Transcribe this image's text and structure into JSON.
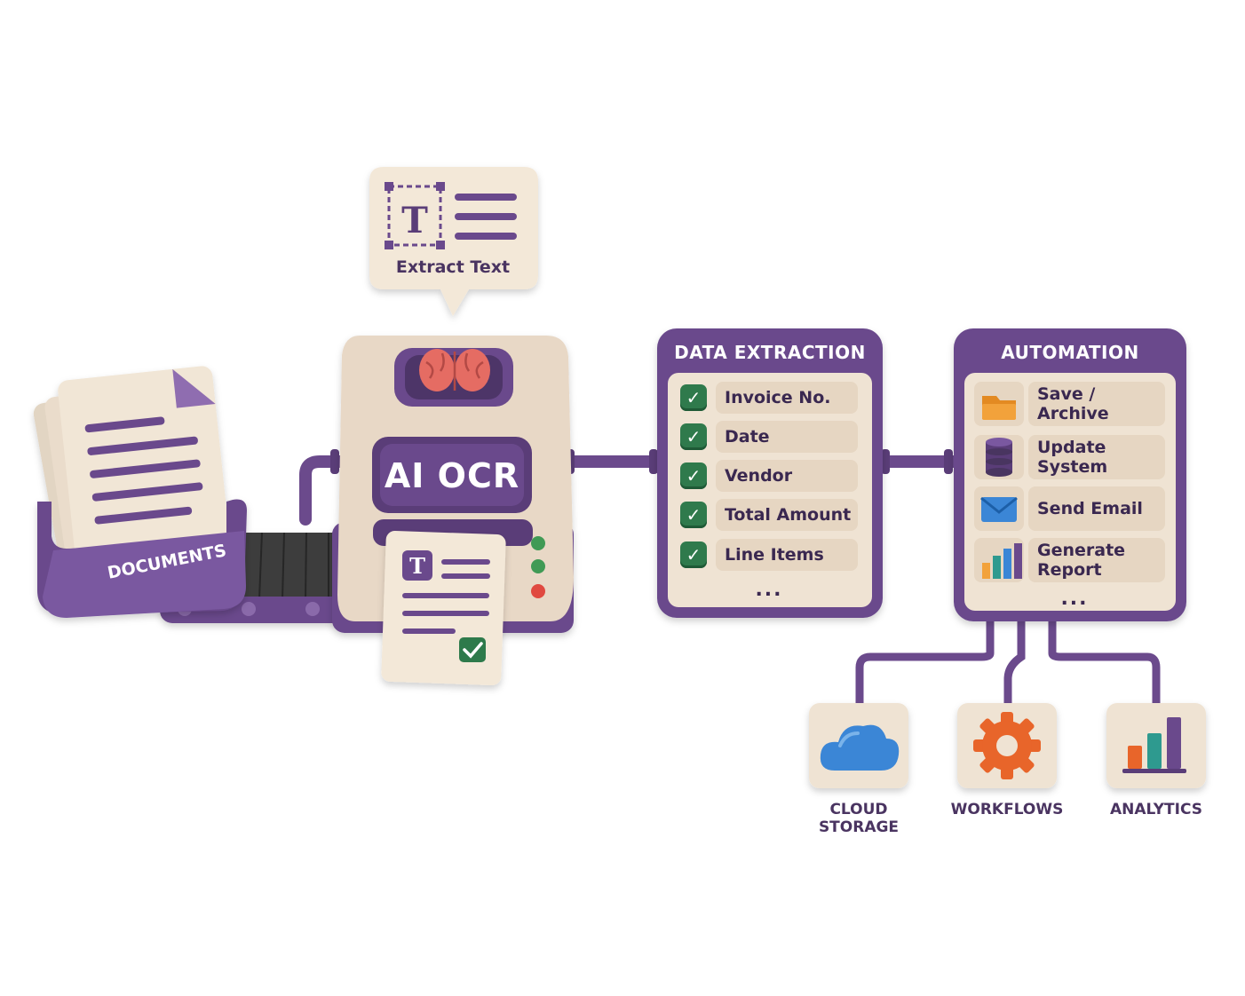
{
  "diagram": {
    "documents_label": "DOCUMENTS",
    "extract_bubble": {
      "label": "Extract Text",
      "icon": "text-select-icon"
    },
    "ocr_machine": {
      "label": "AI OCR",
      "icon": "brain-icon"
    },
    "data_extraction": {
      "title": "DATA EXTRACTION",
      "items": [
        {
          "label": "Invoice No.",
          "icon": "check-icon"
        },
        {
          "label": "Date",
          "icon": "check-icon"
        },
        {
          "label": "Vendor",
          "icon": "check-icon"
        },
        {
          "label": "Total Amount",
          "icon": "check-icon"
        },
        {
          "label": "Line Items",
          "icon": "check-icon"
        }
      ],
      "more": "..."
    },
    "automation": {
      "title": "AUTOMATION",
      "items": [
        {
          "label": "Save / Archive",
          "icon": "folder-icon"
        },
        {
          "label": "Update System",
          "icon": "database-icon"
        },
        {
          "label": "Send Email",
          "icon": "envelope-icon"
        },
        {
          "label": "Generate Report",
          "icon": "bar-chart-icon"
        }
      ],
      "more": "..."
    },
    "destinations": [
      {
        "line1": "CLOUD",
        "line2": "STORAGE",
        "icon": "cloud-icon"
      },
      {
        "line1": "WORKFLOWS",
        "line2": "",
        "icon": "gear-icon"
      },
      {
        "line1": "ANALYTICS",
        "line2": "",
        "icon": "analytics-icon"
      }
    ]
  },
  "colors": {
    "purple": "#6b4a8c",
    "purple_dark": "#4a3461",
    "cream": "#efe3d3",
    "check_green": "#2f7a4c",
    "folder_orange": "#f2a23b",
    "cloud_blue": "#3b86d6",
    "gear_orange": "#e8652b",
    "teal": "#2f9a8f",
    "brain_red": "#e56c63"
  }
}
